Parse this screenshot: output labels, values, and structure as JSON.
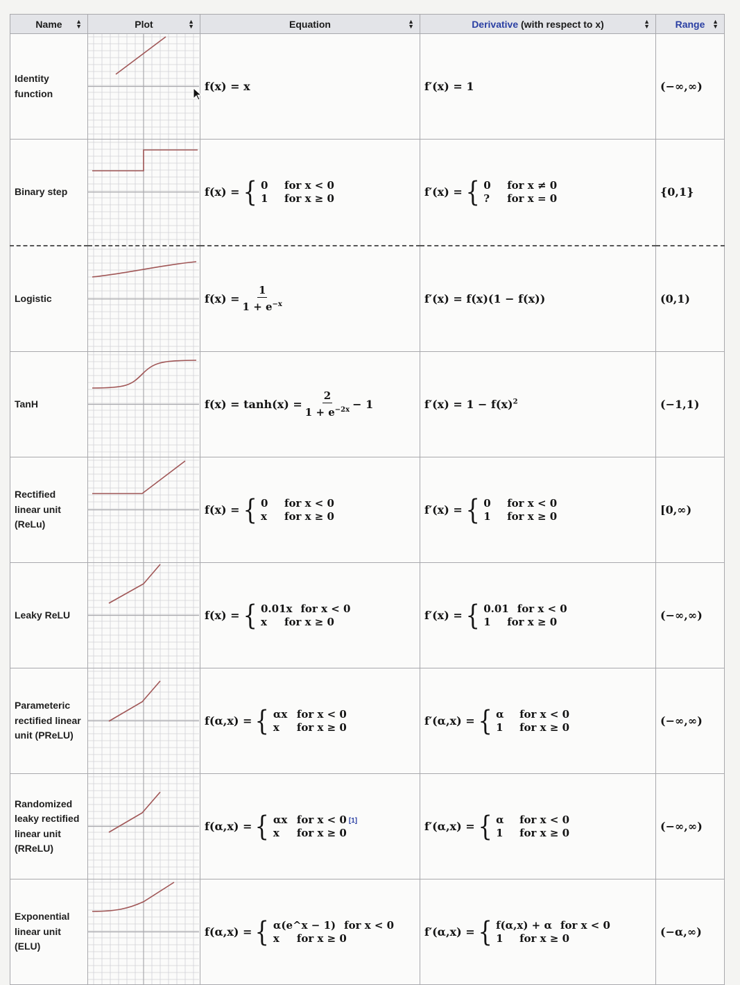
{
  "table": {
    "headers": {
      "name": "Name",
      "plot": "Plot",
      "equation": "Equation",
      "derivative_link": "Derivative",
      "derivative_rest": " (with respect to x)",
      "range": "Range"
    },
    "rows": [
      {
        "name": "Identity function",
        "eq": "f(x) = x",
        "der": "f′(x) = 1",
        "range": "(−∞,∞)"
      },
      {
        "name": "Binary step",
        "eq_lhs": "f(x) =",
        "eq_cases": [
          [
            "0",
            "for x < 0"
          ],
          [
            "1",
            "for x ≥ 0"
          ]
        ],
        "der_lhs": "f′(x) =",
        "der_cases": [
          [
            "0",
            "for x ≠ 0"
          ],
          [
            "?",
            "for x = 0"
          ]
        ],
        "range": "{0,1}"
      },
      {
        "name": "Logistic",
        "eq_lhs": "f(x) =",
        "eq_num": "1",
        "eq_den": "1 + e",
        "eq_den_sup": "−x",
        "der": "f′(x) = f(x)(1 − f(x))",
        "range": "(0,1)"
      },
      {
        "name": "TanH",
        "eq_lhs": "f(x) = tanh(x) =",
        "eq_num": "2",
        "eq_den": "1 + e",
        "eq_den_sup": "−2x",
        "eq_tail": "− 1",
        "der": "f′(x) = 1 − f(x)",
        "der_sup": "2",
        "range": "(−1,1)"
      },
      {
        "name": "Rectified linear unit (ReLu)",
        "eq_lhs": "f(x) =",
        "eq_cases": [
          [
            "0",
            "for x < 0"
          ],
          [
            "x",
            "for x ≥ 0"
          ]
        ],
        "der_lhs": "f′(x) =",
        "der_cases": [
          [
            "0",
            "for x < 0"
          ],
          [
            "1",
            "for x ≥ 0"
          ]
        ],
        "range": "[0,∞)"
      },
      {
        "name": "Leaky ReLU",
        "eq_lhs": "f(x) =",
        "eq_cases": [
          [
            "0.01x",
            "for x < 0"
          ],
          [
            "x",
            "for x ≥ 0"
          ]
        ],
        "der_lhs": "f′(x) =",
        "der_cases": [
          [
            "0.01",
            "for x < 0"
          ],
          [
            "1",
            "for x ≥ 0"
          ]
        ],
        "range": "(−∞,∞)"
      },
      {
        "name": "Parameteric rectified linear unit (PReLU)",
        "eq_lhs": "f(α,x) =",
        "eq_cases": [
          [
            "αx",
            "for x < 0"
          ],
          [
            "x",
            "for x ≥ 0"
          ]
        ],
        "der_lhs": "f′(α,x) =",
        "der_cases": [
          [
            "α",
            "for x < 0"
          ],
          [
            "1",
            "for x ≥ 0"
          ]
        ],
        "range": "(−∞,∞)"
      },
      {
        "name": "Randomized leaky rectified linear unit (RReLU)",
        "eq_lhs": "f(α,x) =",
        "eq_cases": [
          [
            "αx",
            "for x < 0"
          ],
          [
            "x",
            "for x ≥ 0"
          ]
        ],
        "ref": "[1]",
        "der_lhs": "f′(α,x) =",
        "der_cases": [
          [
            "α",
            "for x < 0"
          ],
          [
            "1",
            "for x ≥ 0"
          ]
        ],
        "range": "(−∞,∞)"
      },
      {
        "name": "Exponential linear unit (ELU)",
        "eq_lhs": "f(α,x) =",
        "eq_cases": [
          [
            "α(e^x − 1)",
            "for x < 0"
          ],
          [
            "x",
            "for x ≥ 0"
          ]
        ],
        "der_lhs": "f′(α,x) =",
        "der_cases": [
          [
            "f(α,x) + α",
            "for x < 0"
          ],
          [
            "1",
            "for x ≥ 0"
          ]
        ],
        "range": "(−α,∞)"
      }
    ]
  },
  "colors": {
    "header_bg": "#e3e4e8",
    "link": "#2a3fa3",
    "curve": "#a05656",
    "grid": "#d2d2d6"
  },
  "icons": {
    "sort": "sort-arrows-icon",
    "cursor": "mouse-pointer-icon"
  }
}
